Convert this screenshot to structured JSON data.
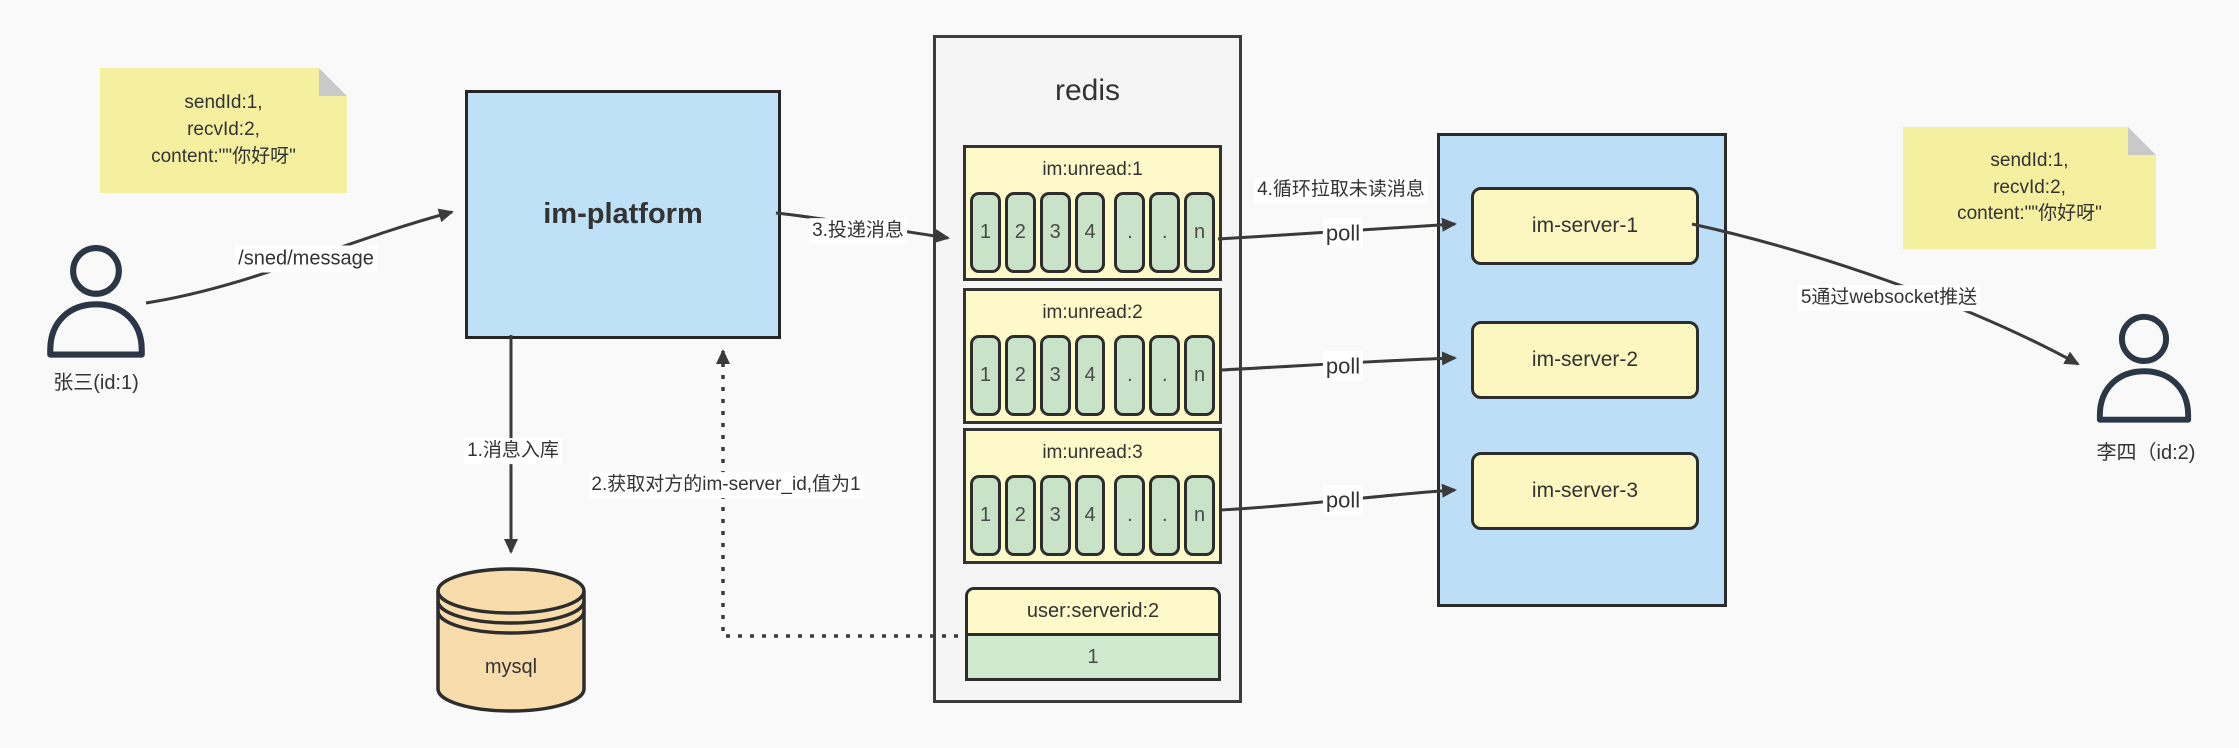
{
  "notes": {
    "left": {
      "line1": "sendId:1,",
      "line2": "recvId:2,",
      "line3": "content:\"\"你好呀\""
    },
    "right": {
      "line1": "sendId:1,",
      "line2": "recvId:2,",
      "line3": "content:\"\"你好呀\""
    }
  },
  "actors": {
    "sender": {
      "label": "张三(id:1)"
    },
    "receiver": {
      "label": "李四（id:2)"
    }
  },
  "platform": {
    "label": "im-platform"
  },
  "database": {
    "label": "mysql"
  },
  "redis": {
    "title": "redis",
    "queues": [
      {
        "name": "im:unread:1",
        "cells": [
          "1",
          "2",
          "3",
          "4",
          ".",
          ".",
          "n"
        ]
      },
      {
        "name": "im:unread:2",
        "cells": [
          "1",
          "2",
          "3",
          "4",
          ".",
          ".",
          "n"
        ]
      },
      {
        "name": "im:unread:3",
        "cells": [
          "1",
          "2",
          "3",
          "4",
          ".",
          ".",
          "n"
        ]
      }
    ],
    "kv": {
      "key": "user:serverid:2",
      "value": "1"
    }
  },
  "servers": [
    {
      "label": "im-server-1"
    },
    {
      "label": "im-server-2"
    },
    {
      "label": "im-server-3"
    }
  ],
  "edges": {
    "send": "/sned/message",
    "store": "1.消息入库",
    "lookup": "2.获取对方的im-server_id,值为1",
    "deliver": "3.投递消息",
    "pull": "4.循环拉取未读消息",
    "poll": "poll",
    "push": "5通过websocket推送"
  },
  "colors": {
    "note_yellow": "#f4f0a0",
    "box_blue": "#bfe1f7",
    "queue_yellow": "#fdf9c8",
    "cell_green": "#c9e3c8",
    "mysql_tan": "#f8dcab",
    "container_grey": "#f5f5f5",
    "edge_dark": "#3a3a3a"
  }
}
